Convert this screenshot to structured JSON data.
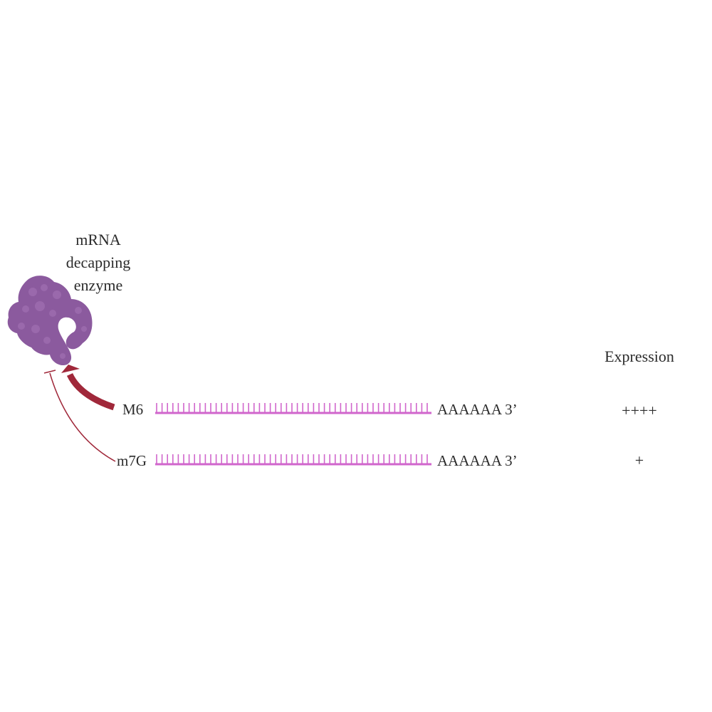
{
  "enzyme": {
    "label_lines": [
      "mRNA",
      "decapping",
      "enzyme"
    ],
    "color": "#8b5a9e",
    "shade_color": "#a777b8"
  },
  "expression_header": "Expression",
  "rows": [
    {
      "cap": "M6",
      "tail": "AAAAAA 3’",
      "expression": "++++",
      "arrow": "strong"
    },
    {
      "cap": "m7G",
      "tail": "AAAAAA 3’",
      "expression": "+",
      "arrow": "weak"
    }
  ],
  "colors": {
    "rna": "#d066cc",
    "arrow": "#a0283a",
    "text": "#2b2b2b"
  }
}
